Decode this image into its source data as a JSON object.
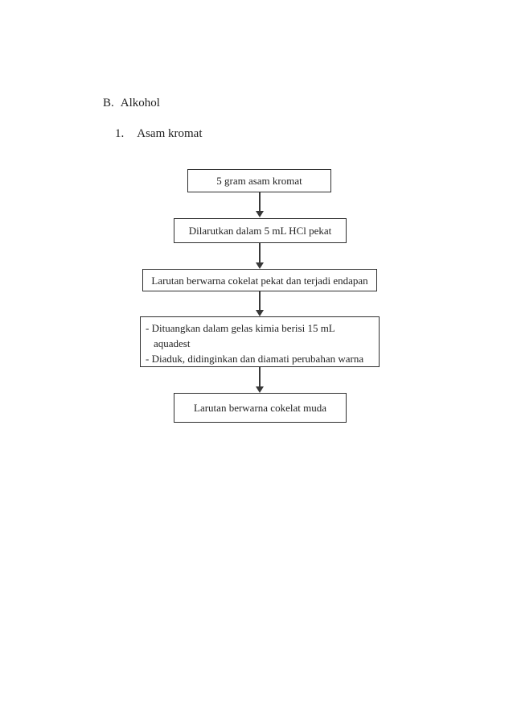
{
  "document": {
    "section": {
      "label": "B.",
      "title": "Alkohol"
    },
    "list_item": {
      "number": "1.",
      "title": "Asam kromat"
    }
  },
  "flowchart": {
    "steps": [
      {
        "id": "step-1",
        "text": "5 gram asam kromat"
      },
      {
        "id": "step-2",
        "text": "Dilarutkan dalam 5 mL HCl pekat"
      },
      {
        "id": "step-3",
        "text": "Larutan berwarna cokelat pekat dan terjadi endapan"
      },
      {
        "id": "step-4",
        "lines": [
          "- Dituangkan dalam gelas kimia berisi 15 mL",
          "aquadest",
          "- Diaduk, didinginkan dan diamati perubahan warna"
        ]
      },
      {
        "id": "step-5",
        "text": "Larutan berwarna cokelat muda"
      }
    ],
    "arrow_count": 4
  },
  "colors": {
    "page_background": "#ffffff",
    "text": "#1f1f1f",
    "box_border": "#2f2f2f",
    "arrow": "#383838"
  }
}
